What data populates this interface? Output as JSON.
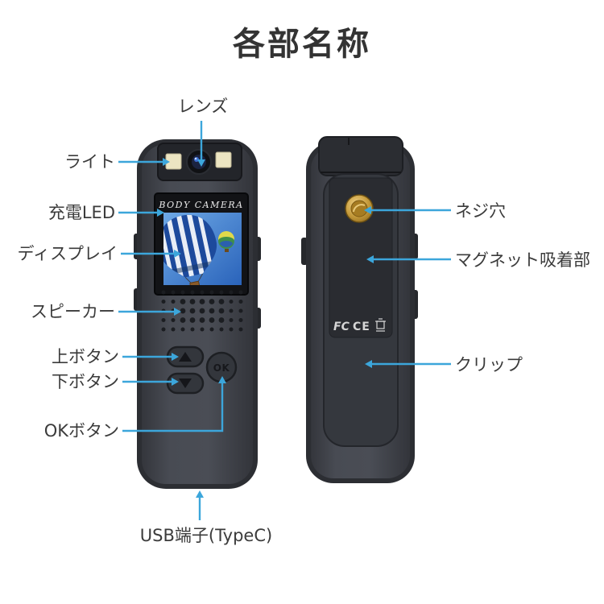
{
  "title": "各部名称",
  "labels": {
    "lens": "レンズ",
    "light": "ライト",
    "charge_led": "充電LED",
    "display": "ディスプレイ",
    "speaker": "スピーカー",
    "up_button": "上ボタン",
    "down_button": "下ボタン",
    "ok_button": "OKボタン",
    "usb": "USB端子(TypeC)",
    "screw_hole": "ネジ穴",
    "magnet": "マグネット吸着部",
    "clip": "クリップ"
  },
  "device": {
    "screen_brand": "BODY CAMERA",
    "ok_key": "OK",
    "marks": {
      "fcc": "FC",
      "ce": "CE"
    }
  },
  "colors": {
    "arrow": "#3ca6db",
    "label_text": "#3b3b3b",
    "title_text": "#333333",
    "body_dark": "#2c2e33",
    "body_face": "#45484f",
    "screen_sky": "#3a76c8",
    "led_cream": "#ece5c2",
    "screw_gold": "#c59a3a",
    "background": "#ffffff"
  }
}
